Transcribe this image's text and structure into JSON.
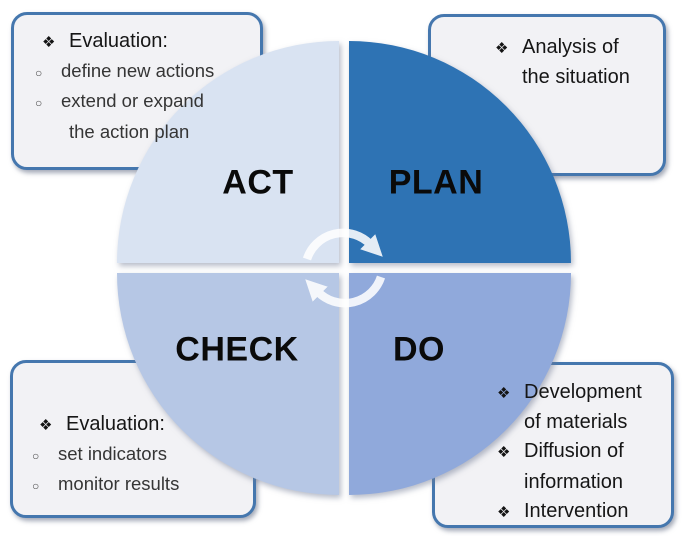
{
  "bullets": {
    "diamond": "❖",
    "circle": "○"
  },
  "quadrants": {
    "act": {
      "label": "ACT"
    },
    "plan": {
      "label": "PLAN"
    },
    "check": {
      "label": "CHECK"
    },
    "do": {
      "label": "DO"
    }
  },
  "callouts": {
    "top_left": {
      "lines": [
        {
          "bullet": "diamond",
          "text": "Evaluation:"
        },
        {
          "bullet": "circle",
          "text": "define new actions"
        },
        {
          "bullet": "circle",
          "text": "extend or expand"
        },
        {
          "bullet": "none",
          "text": "the action plan"
        }
      ]
    },
    "top_right": {
      "lines": [
        {
          "bullet": "diamond",
          "text": "Analysis of"
        },
        {
          "bullet": "none",
          "text": "the situation"
        }
      ]
    },
    "bottom_left": {
      "lines": [
        {
          "bullet": "diamond",
          "text": "Evaluation:"
        },
        {
          "bullet": "circle",
          "text": "set indicators"
        },
        {
          "bullet": "circle",
          "text": "monitor results"
        }
      ]
    },
    "bottom_right": {
      "lines": [
        {
          "bullet": "diamond",
          "text": "Development"
        },
        {
          "bullet": "none",
          "text": "of materials"
        },
        {
          "bullet": "diamond",
          "text": "Diffusion of"
        },
        {
          "bullet": "none",
          "text": "information"
        },
        {
          "bullet": "diamond",
          "text": "Intervention"
        }
      ]
    }
  },
  "colors": {
    "act_quadrant": "#d9e3f2",
    "plan_quadrant": "#2e73b4",
    "check_quadrant": "#b6c7e5",
    "do_quadrant": "#90a9db",
    "callout_fill": "#f2f2f5",
    "callout_border": "#4577ae",
    "label_text": "#0a0a0a",
    "arrow": "#ffffff"
  },
  "center_icon": "cycle-arrows"
}
